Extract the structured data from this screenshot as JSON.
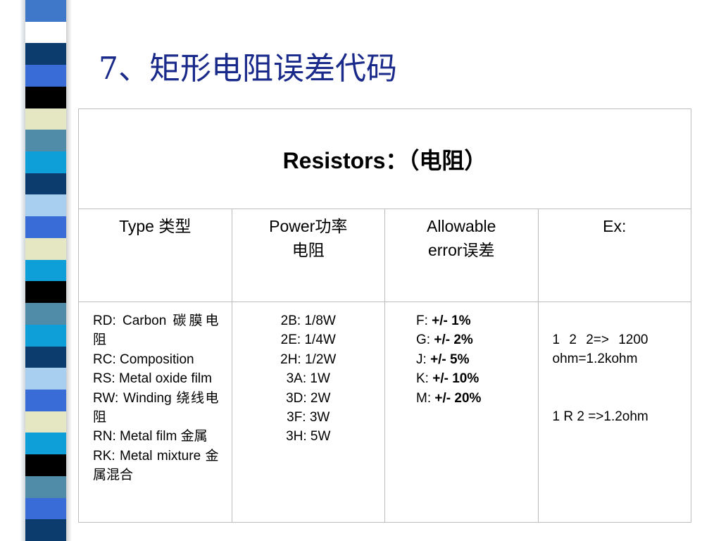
{
  "title": "7、矩形电阻误差代码",
  "stripe_colors": [
    "#3f78c8",
    "#ffffff",
    "#0c3b6e",
    "#3a6cd8",
    "#000000",
    "#e5e6c2",
    "#508ca8",
    "#0e9fd8",
    "#0c3b6e",
    "#a9cff0",
    "#3a6cd8",
    "#e5e6c2",
    "#0e9fd8",
    "#000000",
    "#508ca8",
    "#0e9fd8",
    "#0c3b6e",
    "#a9cff0",
    "#3a6cd8",
    "#e5e6c2",
    "#0e9fd8",
    "#000000",
    "#508ca8",
    "#3a6cd8",
    "#0c3b6e"
  ],
  "table": {
    "caption": "Resistors：（电阻）",
    "headers": {
      "type": "Type 类型",
      "power_1": "Power功率",
      "power_2": "电阻",
      "error_1": "Allowable",
      "error_2": "error误差",
      "ex": "Ex:"
    },
    "types": [
      "RD: Carbon 碳膜电阻",
      "RC: Composition",
      "RS: Metal oxide film",
      "RW: Winding 绕线电阻",
      "RN: Metal film 金属",
      "RK: Metal mixture 金属混合"
    ],
    "powers": [
      "2B: 1/8W",
      "2E: 1/4W",
      "2H: 1/2W",
      "3A: 1W",
      "3D: 2W",
      "3F: 3W",
      "3H: 5W"
    ],
    "errors": [
      {
        "code": "F:",
        "value": "+/- 1%"
      },
      {
        "code": "G:",
        "value": "+/- 2%"
      },
      {
        "code": "J:",
        "value": "+/- 5%"
      },
      {
        "code": "K:",
        "value": "+/- 10%"
      },
      {
        "code": "M:",
        "value": "+/- 20%"
      }
    ],
    "examples": {
      "ex1_line1": "1 2 2=> 1200",
      "ex1_line2": "ohm=1.2kohm",
      "ex2": "1 R 2 =>1.2ohm"
    }
  }
}
